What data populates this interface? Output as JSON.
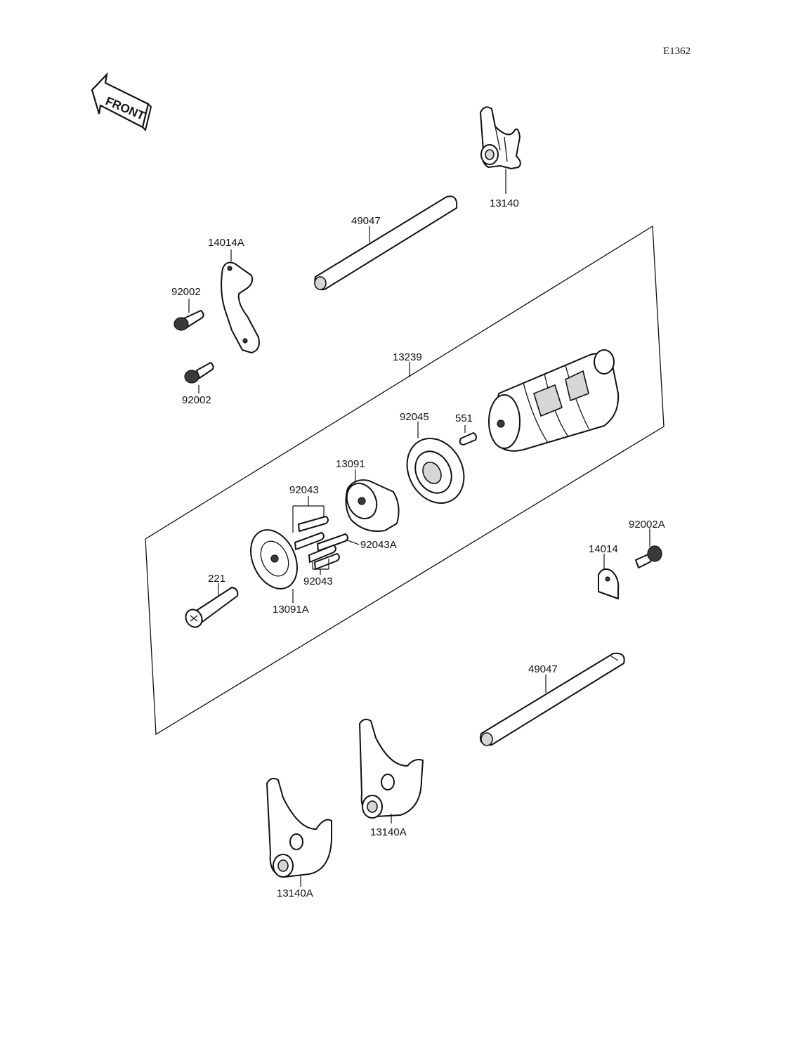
{
  "diagram": {
    "code": "E1362",
    "front_label": "FRONT",
    "parts": {
      "fork_top": "13140",
      "rod_top": "49047",
      "bracket": "14014A",
      "bolt_a": "92002",
      "bolt_b": "92002",
      "drum": "13239",
      "bearing": "92045",
      "pin_551": "551",
      "holder": "13091",
      "pins_upper": "92043",
      "pin_a": "92043A",
      "pins_lower": "92043",
      "plate": "13091A",
      "screw": "221",
      "bolt_right": "92002A",
      "stopper": "14014",
      "rod_bottom": "49047",
      "fork_mid": "13140A",
      "fork_bottom": "13140A"
    }
  }
}
